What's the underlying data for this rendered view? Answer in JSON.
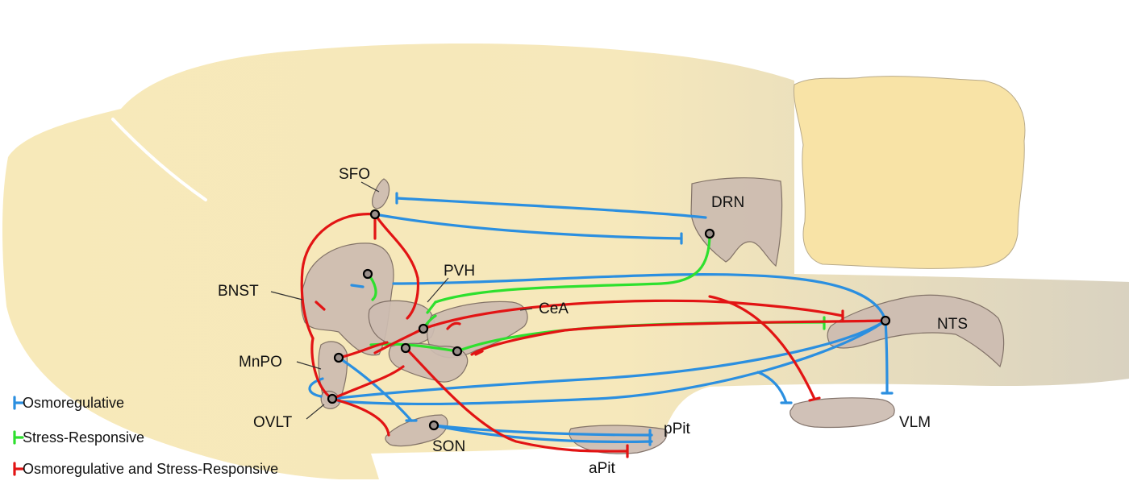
{
  "regions": {
    "sfo": "SFO",
    "drn": "DRN",
    "pvh": "PVH",
    "bnst": "BNST",
    "cea": "CeA",
    "nts": "NTS",
    "mnpo": "MnPO",
    "ovlt": "OVLT",
    "son": "SON",
    "vlm": "VLM",
    "ppit": "pPit",
    "apit": "aPit"
  },
  "legend": [
    {
      "label": "Osmoregulative",
      "color": "#2b8fe0"
    },
    {
      "label": "Stress-Responsive",
      "color": "#2ee02e"
    },
    {
      "label": "Osmoregulative and Stress-Responsive",
      "color": "#e21414"
    }
  ],
  "colors": {
    "brain": "#f7e9b9",
    "cerebellum": "#f8e3a6",
    "region": "#cdbcb1",
    "osmoregulative": "#2b8fe0",
    "stress": "#2ee02e",
    "both": "#e21414"
  }
}
